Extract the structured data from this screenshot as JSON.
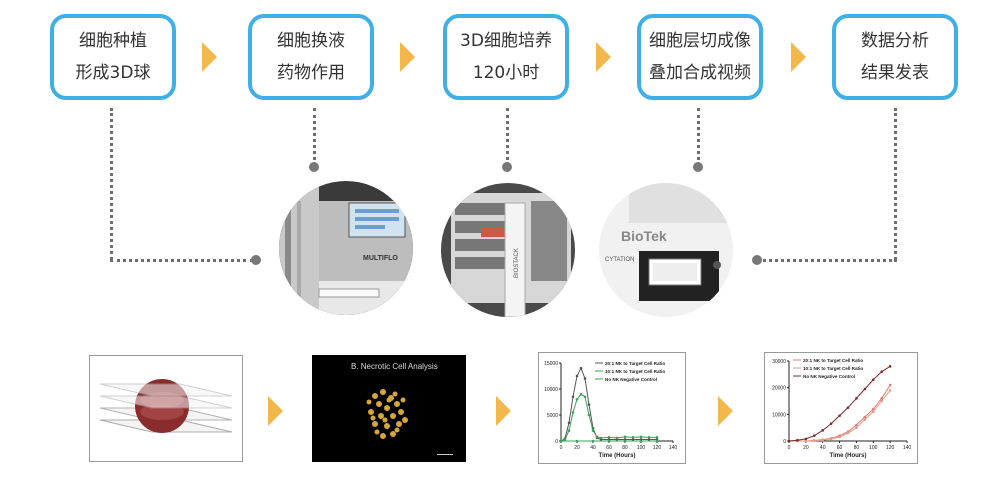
{
  "steps": [
    {
      "line1": "细胞种植",
      "line2": "形成3D球"
    },
    {
      "line1": "细胞换液",
      "line2": "药物作用"
    },
    {
      "line1": "3D细胞培养",
      "line2": "120小时"
    },
    {
      "line1": "细胞层切成像",
      "line2": "叠加合成视频"
    },
    {
      "line1": "数据分析",
      "line2": "结果发表"
    }
  ],
  "instruments": {
    "dispenser_brand": "MULTIFLO",
    "stacker_brand": "BIOSTACK",
    "reader_logo": "BioTek",
    "reader_model": "CYTATION"
  },
  "panels": {
    "necrotic_title": "B. Necrotic Cell Analysis"
  },
  "colors": {
    "step_border": "#3fb0e6",
    "arrow": "#f2b84b",
    "connector": "#6d6d6d"
  },
  "chart_data": [
    {
      "type": "line",
      "title": "",
      "xlabel": "Time (Hours)",
      "ylabel": "",
      "xlim": [
        0,
        140
      ],
      "ylim": [
        0,
        15000
      ],
      "x_ticks": [
        0,
        20,
        40,
        60,
        80,
        100,
        120,
        140
      ],
      "y_ticks": [
        0,
        5000,
        10000,
        15000
      ],
      "legend_position": "top-right",
      "series": [
        {
          "name": "20:1 NK to Target Cell Ratio",
          "color": "#555555",
          "x": [
            0,
            5,
            10,
            15,
            20,
            25,
            30,
            35,
            40,
            45,
            50,
            60,
            70,
            80,
            90,
            100,
            110,
            120
          ],
          "y": [
            0,
            500,
            3500,
            8500,
            12500,
            14000,
            12000,
            7000,
            2500,
            600,
            300,
            300,
            300,
            300,
            300,
            300,
            300,
            300
          ]
        },
        {
          "name": "10:1 NK to Target Cell Ratio",
          "color": "#3aa35a",
          "x": [
            0,
            5,
            10,
            15,
            20,
            25,
            30,
            35,
            40,
            45,
            50,
            60,
            70,
            80,
            90,
            100,
            110,
            120
          ],
          "y": [
            0,
            300,
            2000,
            5500,
            8000,
            9000,
            8500,
            5000,
            2000,
            800,
            600,
            700,
            600,
            800,
            700,
            800,
            700,
            700
          ]
        },
        {
          "name": "No NK Negative Control",
          "color": "#3aa35a",
          "x": [
            0,
            20,
            40,
            60,
            80,
            100,
            120
          ],
          "y": [
            0,
            0,
            0,
            0,
            0,
            0,
            0
          ]
        }
      ]
    },
    {
      "type": "line",
      "title": "",
      "xlabel": "Time (Hours)",
      "ylabel": "",
      "xlim": [
        0,
        140
      ],
      "ylim": [
        0,
        30000
      ],
      "x_ticks": [
        0,
        20,
        40,
        60,
        80,
        100,
        120,
        140
      ],
      "y_ticks": [
        0,
        10000,
        20000,
        30000
      ],
      "legend_position": "top-left",
      "series": [
        {
          "name": "20:1 NK to Target Cell Ratio",
          "color": "#e07a6a",
          "x": [
            0,
            10,
            20,
            30,
            40,
            50,
            60,
            70,
            80,
            90,
            100,
            110,
            120
          ],
          "y": [
            0,
            0,
            0,
            200,
            500,
            1000,
            2000,
            3500,
            6000,
            9000,
            12000,
            16000,
            21000
          ]
        },
        {
          "name": "10:1 NK to Target Cell Ratio",
          "color": "#e89a8e",
          "x": [
            0,
            10,
            20,
            30,
            40,
            50,
            60,
            70,
            80,
            90,
            100,
            110,
            120
          ],
          "y": [
            0,
            0,
            0,
            100,
            300,
            800,
            1500,
            3000,
            5000,
            8000,
            11000,
            15000,
            19000
          ]
        },
        {
          "name": "No NK Negative Control",
          "color": "#7a2b2b",
          "x": [
            0,
            10,
            20,
            30,
            40,
            50,
            60,
            70,
            80,
            90,
            100,
            110,
            120
          ],
          "y": [
            0,
            300,
            800,
            2000,
            4000,
            6500,
            9500,
            12500,
            16000,
            19500,
            23000,
            26000,
            28000
          ]
        }
      ]
    }
  ]
}
